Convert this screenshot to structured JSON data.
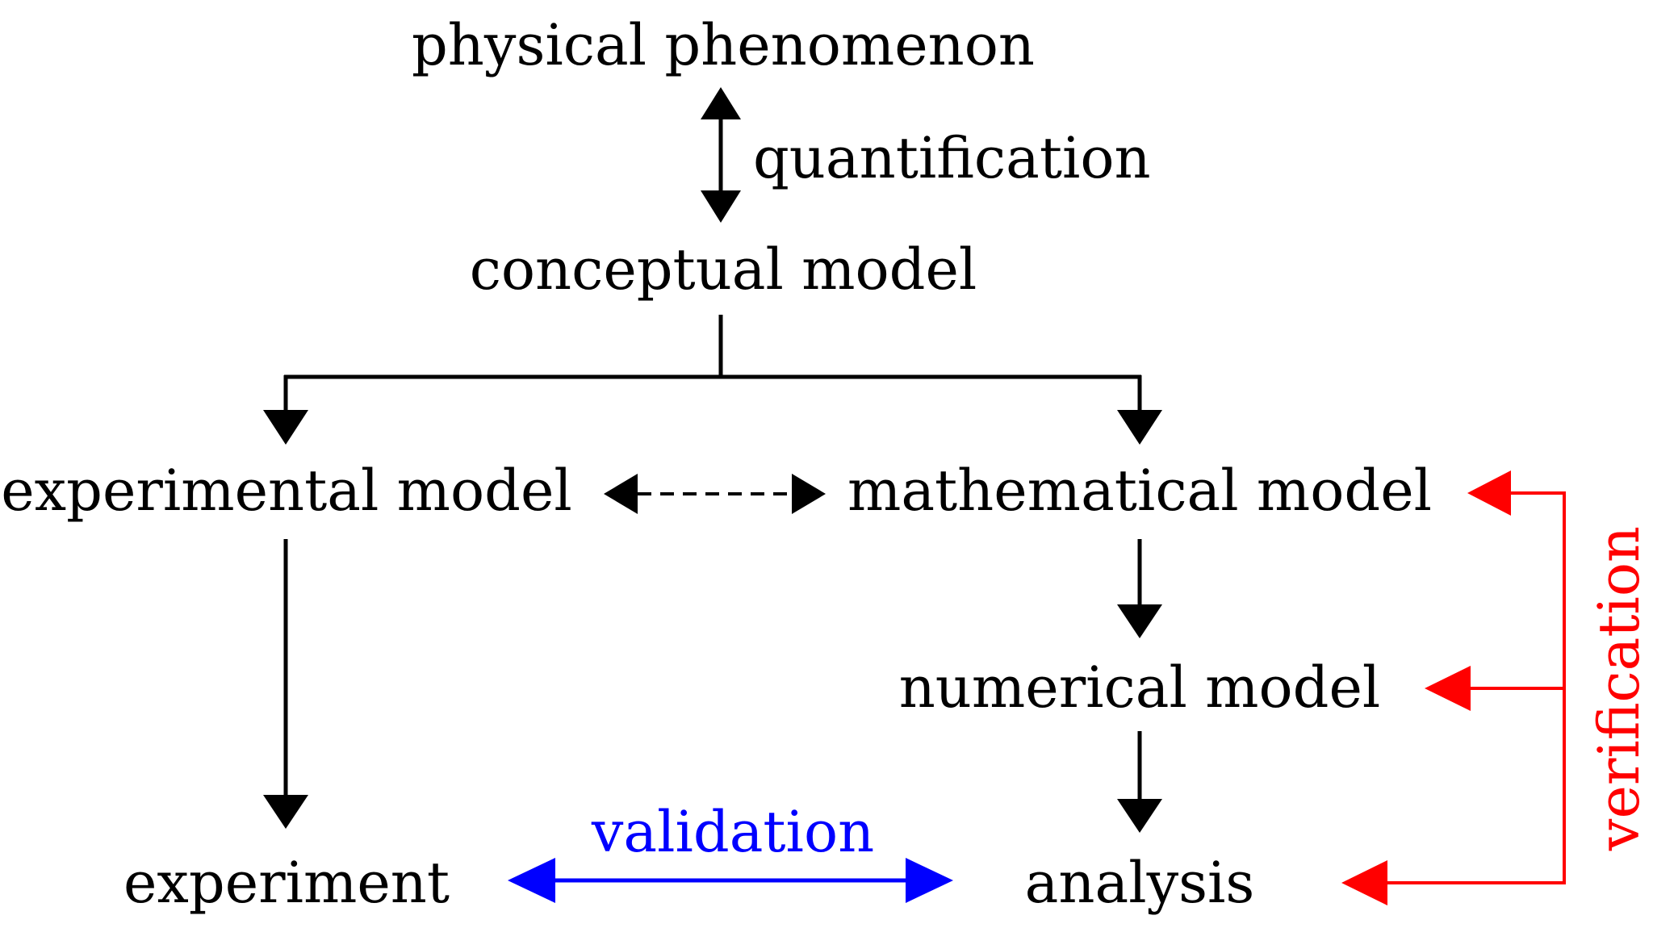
{
  "nodes": {
    "physical_phenomenon": "physical phenomenon",
    "conceptual_model": "conceptual model",
    "experimental_model": "experimental model",
    "mathematical_model": "mathematical model",
    "numerical_model": "numerical model",
    "experiment": "experiment",
    "analysis": "analysis"
  },
  "edges": {
    "quantification": "quantification",
    "validation": "validation",
    "verification": "verification"
  },
  "colors": {
    "default": "#000000",
    "validation": "#0000ff",
    "verification": "#ff0000"
  }
}
